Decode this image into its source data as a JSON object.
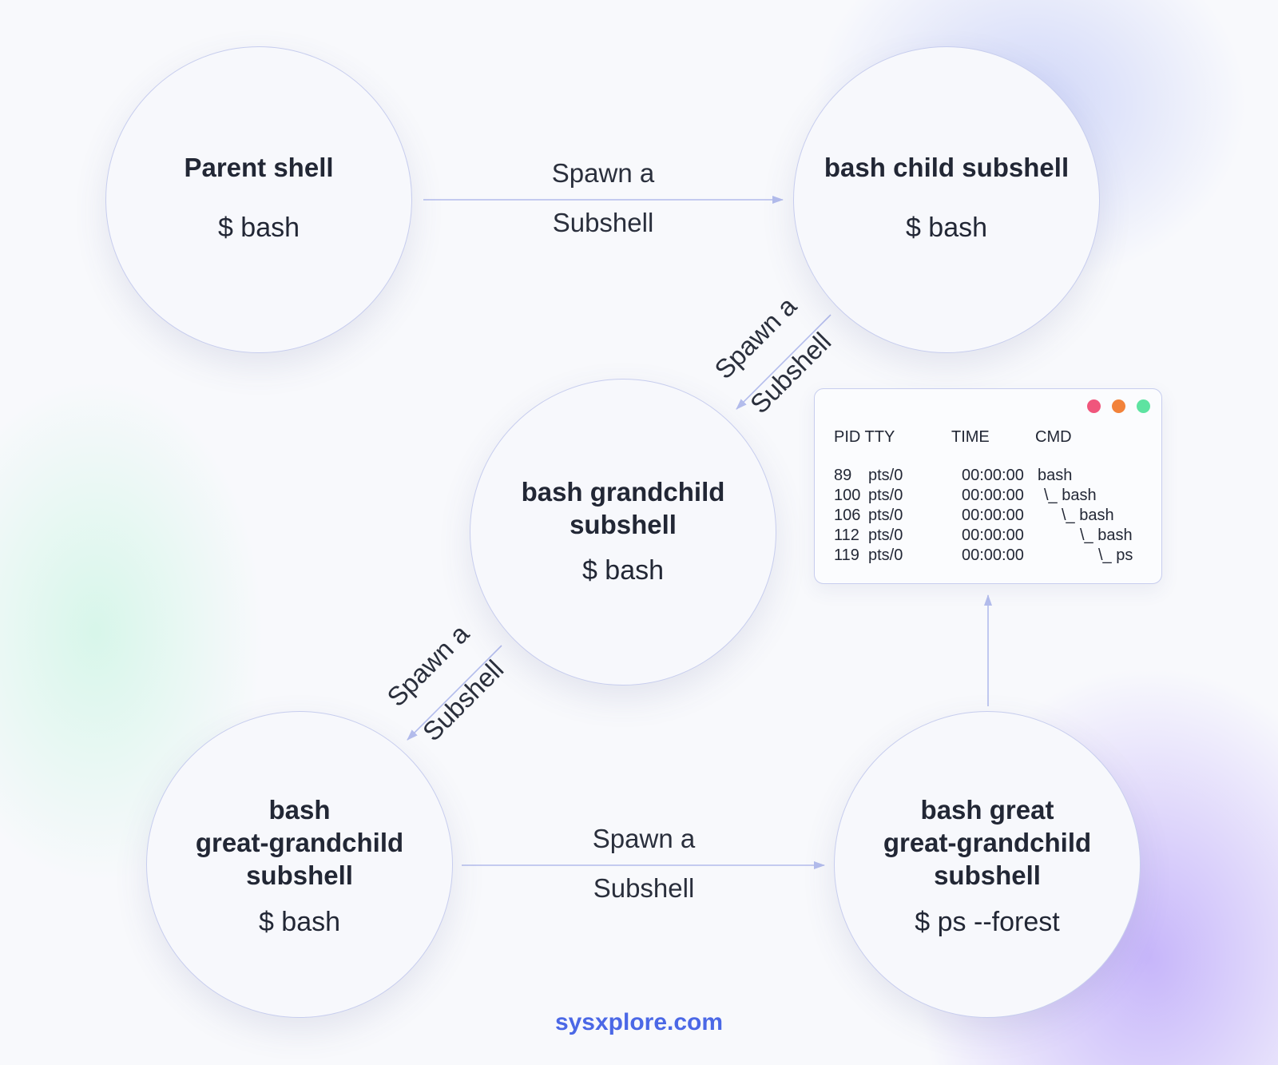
{
  "nodes": {
    "parent": {
      "title": "Parent shell",
      "cmd": "$ bash"
    },
    "child": {
      "title": "bash child subshell",
      "cmd": "$ bash"
    },
    "grandchild": {
      "title": "bash grandchild\nsubshell",
      "cmd": "$ bash"
    },
    "great_grandchild": {
      "title": "bash\ngreat-grandchild\nsubshell",
      "cmd": "$ bash"
    },
    "great_great_grandchild": {
      "title": "bash great\ngreat-grandchild\nsubshell",
      "cmd": "$ ps --forest"
    }
  },
  "edges": {
    "parent_to_child": "Spawn a\nSubshell",
    "child_to_grandchild": "Spawn a\nSubshell",
    "grandchild_to_great": "Spawn a\nSubshell",
    "great_to_greatgreat": "Spawn a\nSubshell"
  },
  "terminal": {
    "headers": {
      "pid_tty": "PID TTY",
      "time": "TIME",
      "cmd": "CMD"
    },
    "rows": [
      {
        "pid": "89",
        "tty": "pts/0",
        "time": "00:00:00",
        "cmd": "bash"
      },
      {
        "pid": "100",
        "tty": "pts/0",
        "time": "00:00:00",
        "cmd": "\\_ bash"
      },
      {
        "pid": "106",
        "tty": "pts/0",
        "time": "00:00:00",
        "cmd": "\\_ bash"
      },
      {
        "pid": "112",
        "tty": "pts/0",
        "time": "00:00:00",
        "cmd": "\\_ bash"
      },
      {
        "pid": "119",
        "tty": "pts/0",
        "time": "00:00:00",
        "cmd": "\\_ ps"
      }
    ],
    "dots": [
      "#f0567c",
      "#f2823a",
      "#5ee3a1"
    ]
  },
  "brand": {
    "text": "sysxplore.com",
    "color": "#4b68e6"
  },
  "colors": {
    "edge": "#b3bcec",
    "border": "#c7cdee"
  }
}
